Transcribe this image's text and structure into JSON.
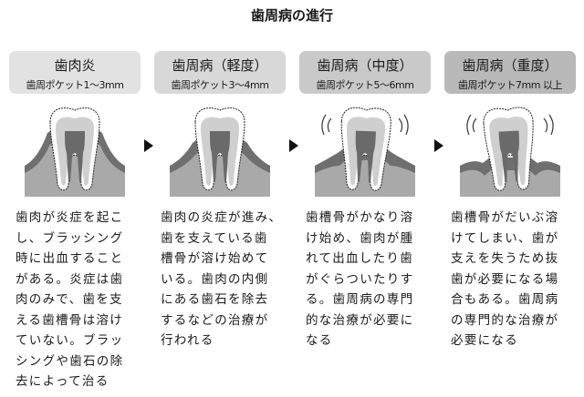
{
  "title": "歯周病の進行",
  "colors": {
    "box": [
      "#e2e2e2",
      "#d8d8d8",
      "#c9c9c9",
      "#b9b9b9"
    ],
    "gum": "#6f6f6f",
    "bone": "#a9a9a9",
    "dentin": "#cfcfcf",
    "pulp": "#6a6a6a"
  },
  "stages": [
    {
      "name": "歯肉炎",
      "pocket": "歯周ポケット1～3mm",
      "lines": [
        "歯肉が炎症を起こ",
        "し、ブラッシング",
        "時に出血すること",
        "がある。炎症は歯",
        "肉のみで、歯を支",
        "える歯槽骨は溶け",
        "ていない。ブラッ",
        "シングや歯石の除",
        "去によって治る"
      ]
    },
    {
      "name": "歯周病（軽度）",
      "pocket": "歯周ポケット3～4mm",
      "lines": [
        "歯肉の炎症が進み、",
        "歯を支えている歯",
        "槽骨が溶け始めて",
        "いる。歯肉の内側",
        "にある歯石を除去",
        "するなどの治療が",
        "行われる"
      ]
    },
    {
      "name": "歯周病（中度）",
      "pocket": "歯周ポケット5～6mm",
      "lines": [
        "歯槽骨がかなり溶",
        "け始め、歯肉が腫",
        "れて出血したり歯",
        "がぐらついたりす",
        "る。歯周病の専門",
        "的な治療が必要に",
        "なる"
      ]
    },
    {
      "name": "歯周病（重度）",
      "pocket": "歯周ポケット7mm 以上",
      "lines": [
        "歯槽骨がだいぶ溶",
        "けてしまい、歯が",
        "支えを失うため抜",
        "歯が必要になる場",
        "合もある。歯周病",
        "の専門的な治療が",
        "必要になる"
      ]
    }
  ]
}
